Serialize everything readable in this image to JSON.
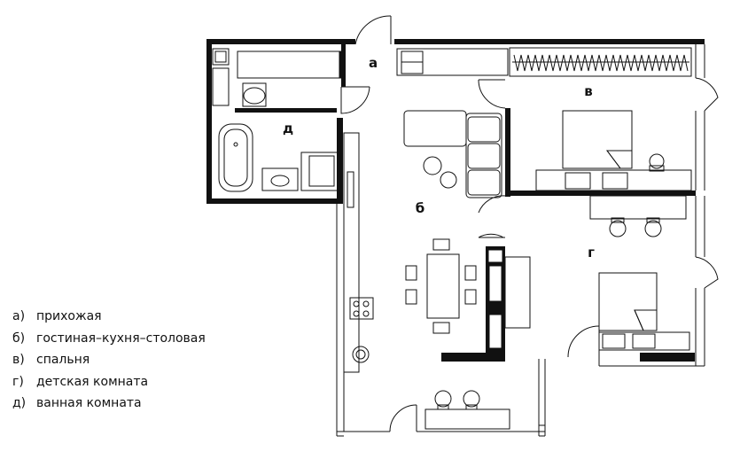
{
  "rooms": {
    "a": "а",
    "b": "б",
    "v": "в",
    "g": "г",
    "d": "д"
  },
  "legend": [
    {
      "key": "а)",
      "text": "прихожая"
    },
    {
      "key": "б)",
      "text": "гостиная–кухня–столовая"
    },
    {
      "key": "в)",
      "text": "спальня"
    },
    {
      "key": "г)",
      "text": "детская комната"
    },
    {
      "key": "д)",
      "text": "ванная комната"
    }
  ]
}
